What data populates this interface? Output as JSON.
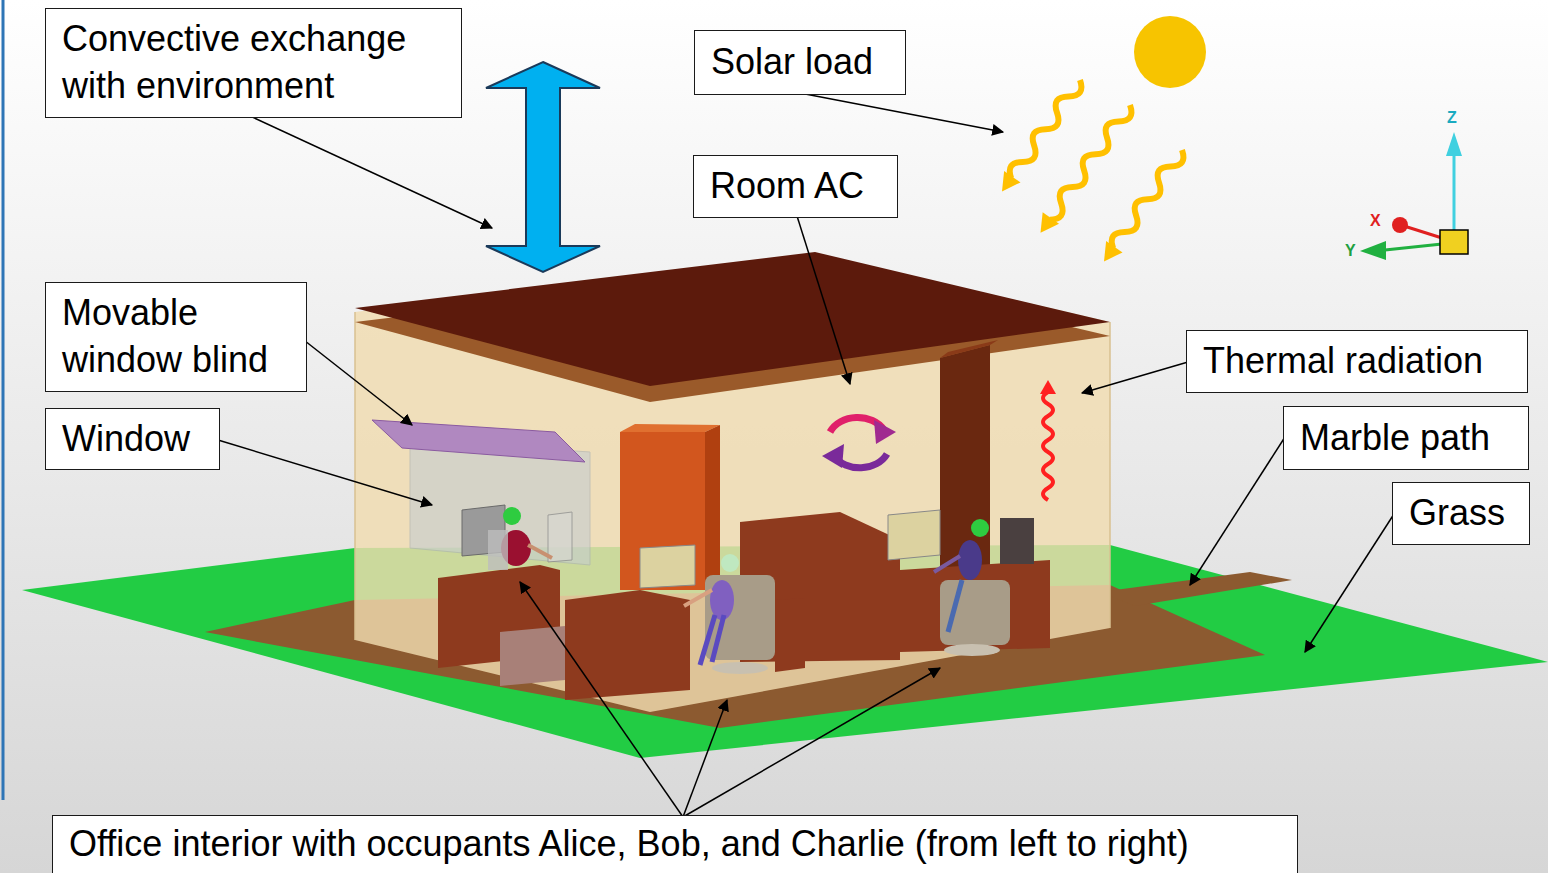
{
  "diagram": {
    "nodes": [
      {
        "text": [
          "Convective exchange with environment"
        ]
      },
      {
        "text": [
          "Solar load"
        ]
      },
      {
        "text": [
          "Room AC"
        ]
      },
      {
        "text": [
          "Movable window blind"
        ]
      },
      {
        "text": [
          "Thermal radiation"
        ]
      },
      {
        "text": [
          "Window"
        ]
      },
      {
        "text": [
          "Marble path"
        ]
      },
      {
        "text": [
          "Grass"
        ]
      },
      {
        "text": [
          "Office interior with occupants Alice, Bob, and Charlie (from left to right)"
        ]
      }
    ],
    "labels": [
      "Z",
      "X",
      "Y"
    ]
  }
}
